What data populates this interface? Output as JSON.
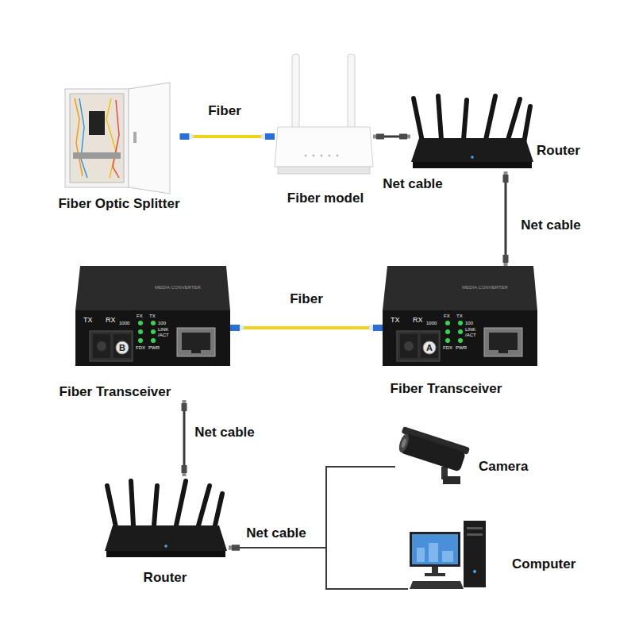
{
  "diagram": {
    "nodes": [
      {
        "text": [
          "Fiber Optic Splitter"
        ]
      },
      {
        "text": [
          "Fiber model"
        ]
      },
      {
        "text": [
          "Router"
        ]
      },
      {
        "text": [
          "Fiber Transceiver"
        ]
      },
      {
        "text": [
          "Fiber Transceiver"
        ]
      },
      {
        "text": [
          "Router"
        ]
      },
      {
        "text": [
          "Camera"
        ]
      },
      {
        "text": [
          "Computer"
        ]
      }
    ],
    "edges": [
      {
        "from": 0,
        "to": 1,
        "label": "Fiber",
        "arrow": "none"
      },
      {
        "from": 1,
        "to": 2,
        "label": "Net cable",
        "arrow": "none"
      },
      {
        "from": 2,
        "to": 4,
        "label": "Net cable",
        "arrow": "none"
      },
      {
        "from": 4,
        "to": 3,
        "label": "Fiber",
        "arrow": "none"
      },
      {
        "from": 3,
        "to": 5,
        "label": "Net cable",
        "arrow": "none"
      },
      {
        "from": 5,
        "to": 6,
        "label": "Net cable",
        "arrow": "none"
      },
      {
        "from": 5,
        "to": 7,
        "arrow": "none"
      }
    ],
    "labels": [
      "TX",
      "RX",
      "1000",
      "FX",
      "TX",
      "100",
      "LINK /ACT",
      "FDX",
      "PWR",
      "B",
      "MEDIA CONVERTER",
      "TX",
      "RX",
      "1000",
      "FX",
      "TX",
      "100",
      "LINK /ACT",
      "FDX",
      "PWR",
      "A",
      "MEDIA CONVERTER"
    ]
  }
}
